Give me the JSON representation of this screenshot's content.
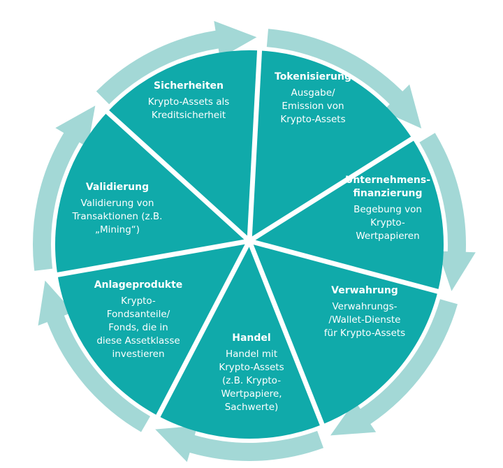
{
  "colors": {
    "segment_fill": "#10aaaa",
    "ring_arrow": "#a3d8d6",
    "divider": "#ffffff",
    "text": "#ffffff"
  },
  "segments": [
    {
      "id": "tokenisierung",
      "title": [
        "Tokenisierung"
      ],
      "body": [
        "Ausgabe/",
        "Emission von",
        "Krypto-Assets"
      ]
    },
    {
      "id": "unternehmensfinanzierung",
      "title": [
        "Unternehmens-",
        "finanzierung"
      ],
      "body": [
        "Begebung von",
        "Krypto-",
        "Wertpapieren"
      ]
    },
    {
      "id": "verwahrung",
      "title": [
        "Verwahrung"
      ],
      "body": [
        "Verwahrungs-",
        "/Wallet-Dienste",
        "für Krypto-Assets"
      ]
    },
    {
      "id": "handel",
      "title": [
        "Handel"
      ],
      "body": [
        "Handel mit",
        "Krypto-Assets",
        "(z.B. Krypto-",
        "Wertpapiere,",
        "Sachwerte)"
      ]
    },
    {
      "id": "anlageprodukte",
      "title": [
        "Anlageprodukte"
      ],
      "body": [
        "Krypto-",
        "Fondsanteile/",
        "Fonds, die in",
        "diese Assetklasse",
        "investieren"
      ]
    },
    {
      "id": "validierung",
      "title": [
        "Validierung"
      ],
      "body": [
        "Validierung von",
        "Transaktionen (z.B.",
        "„Mining“)"
      ]
    },
    {
      "id": "sicherheiten",
      "title": [
        "Sicherheiten"
      ],
      "body": [
        "Krypto-Assets als",
        "Kreditsicherheit"
      ]
    }
  ]
}
